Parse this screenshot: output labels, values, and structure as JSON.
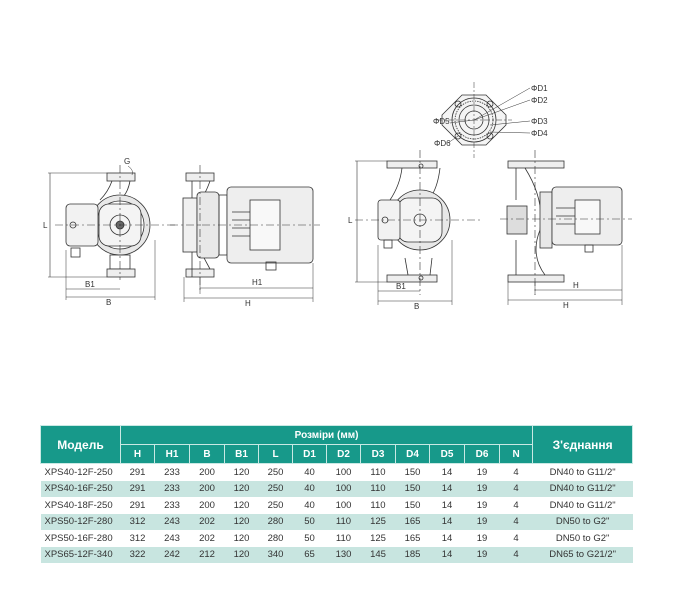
{
  "drawings": {
    "view1": {
      "labels": [
        "G",
        "L",
        "B1",
        "B"
      ]
    },
    "view2": {
      "labels": [
        "H1",
        "H"
      ]
    },
    "flange": {
      "labels": [
        "ΦD1",
        "ΦD2",
        "ΦD3",
        "ΦD4",
        "ΦD5",
        "ΦD6"
      ]
    },
    "view3": {
      "labels": [
        "L",
        "B1",
        "B"
      ]
    },
    "view4": {
      "labels": [
        "H",
        "H"
      ]
    }
  },
  "table": {
    "model_header": "Модель",
    "dimensions_header": "Розміри (мм)",
    "connection_header": "З'єднання",
    "columns": [
      "H",
      "H1",
      "B",
      "B1",
      "L",
      "D1",
      "D2",
      "D3",
      "D4",
      "D5",
      "D6",
      "N"
    ],
    "rows": [
      {
        "model": "XPS40-12F-250",
        "values": [
          "291",
          "233",
          "200",
          "120",
          "250",
          "40",
          "100",
          "110",
          "150",
          "14",
          "19",
          "4"
        ],
        "connection": "DN40 to G11/2\""
      },
      {
        "model": "XPS40-16F-250",
        "values": [
          "291",
          "233",
          "200",
          "120",
          "250",
          "40",
          "100",
          "110",
          "150",
          "14",
          "19",
          "4"
        ],
        "connection": "DN40 to G11/2\""
      },
      {
        "model": "XPS40-18F-250",
        "values": [
          "291",
          "233",
          "200",
          "120",
          "250",
          "40",
          "100",
          "110",
          "150",
          "14",
          "19",
          "4"
        ],
        "connection": "DN40 to G11/2\""
      },
      {
        "model": "XPS50-12F-280",
        "values": [
          "312",
          "243",
          "202",
          "120",
          "280",
          "50",
          "110",
          "125",
          "165",
          "14",
          "19",
          "4"
        ],
        "connection": "DN50 to G2\""
      },
      {
        "model": "XPS50-16F-280",
        "values": [
          "312",
          "243",
          "202",
          "120",
          "280",
          "50",
          "110",
          "125",
          "165",
          "14",
          "19",
          "4"
        ],
        "connection": "DN50 to G2\""
      },
      {
        "model": "XPS65-12F-340",
        "values": [
          "322",
          "242",
          "212",
          "120",
          "340",
          "65",
          "130",
          "145",
          "185",
          "14",
          "19",
          "4"
        ],
        "connection": "DN65 to G21/2\""
      }
    ]
  },
  "colors": {
    "header": "#17998a",
    "stripe": "#c8e5e0"
  }
}
